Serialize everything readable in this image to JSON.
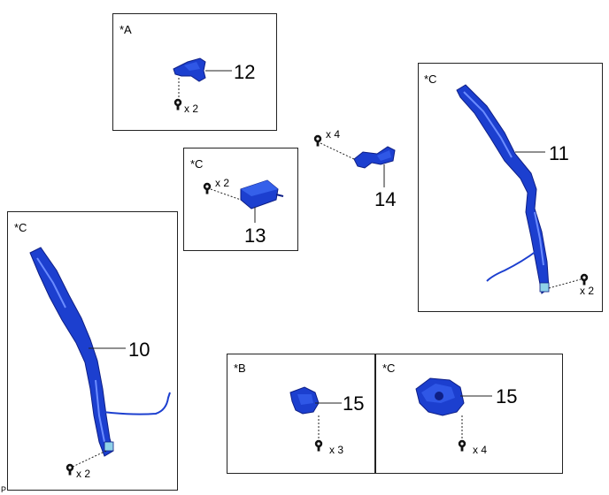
{
  "panels": {
    "a": {
      "tag": "*A"
    },
    "b": {
      "tag": "*B"
    },
    "c1": {
      "tag": "*C"
    },
    "c2": {
      "tag": "*C"
    },
    "c3": {
      "tag": "*C"
    },
    "c4": {
      "tag": "*C"
    }
  },
  "parts": {
    "p10": "10",
    "p11": "11",
    "p12": "12",
    "p13": "13",
    "p14": "14",
    "p15a": "15",
    "p15b": "15"
  },
  "quantities": {
    "q12": "x 2",
    "q13": "x 2",
    "q14": "x 4",
    "q11": "x 2",
    "q10": "x 2",
    "q15a": "x 3",
    "q15b": "x 4"
  },
  "footer": "P",
  "colors": {
    "part_blue": "#1c3fcf",
    "part_dark": "#0e1f86",
    "line": "#222222"
  },
  "icons": [
    "screw-icon",
    "bracket-part-icon",
    "module-part-icon",
    "wire-harness-icon",
    "actuator-part-icon"
  ]
}
